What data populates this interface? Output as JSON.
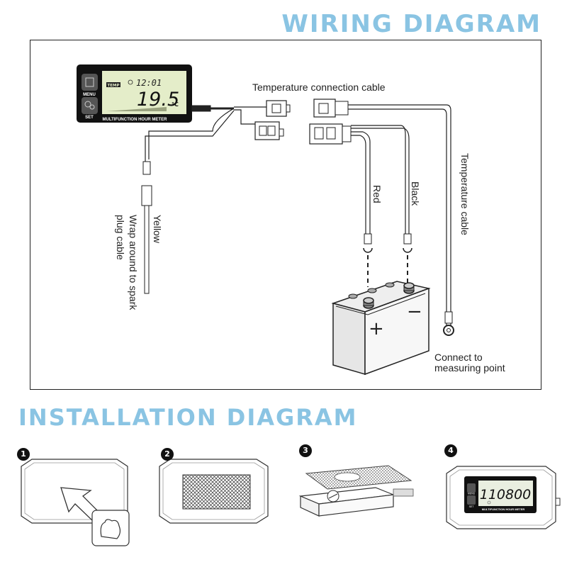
{
  "wiring": {
    "title": "WIRING DIAGRAM",
    "meter": {
      "temp_tag": "TEMP",
      "clock": "12:01",
      "reading": "19.5",
      "unit": "°C",
      "menu_label": "MENU",
      "set_label": "SET",
      "caption": "MULTIFUNCTION HOUR METER"
    },
    "labels": {
      "temp_connection_cable": "Temperature connection cable",
      "yellow": "Yellow",
      "wrap_spark": "Wrap around to spark",
      "plug_cable": "plug cable",
      "red": "Red",
      "black": "Black",
      "temperature_cable": "Temperature cable",
      "connect_to": "Connect to",
      "measuring_point": "measuring point"
    },
    "battery": {
      "plus": "+",
      "minus": "−"
    }
  },
  "installation": {
    "title": "INSTALLATION DIAGRAM",
    "steps": [
      {
        "number": "1"
      },
      {
        "number": "2"
      },
      {
        "number": "3"
      },
      {
        "number": "4",
        "display": "110800",
        "menu_label": "MENU",
        "set_label": "SET",
        "caption": "MULTIFUNCTION HOUR METER"
      }
    ]
  }
}
